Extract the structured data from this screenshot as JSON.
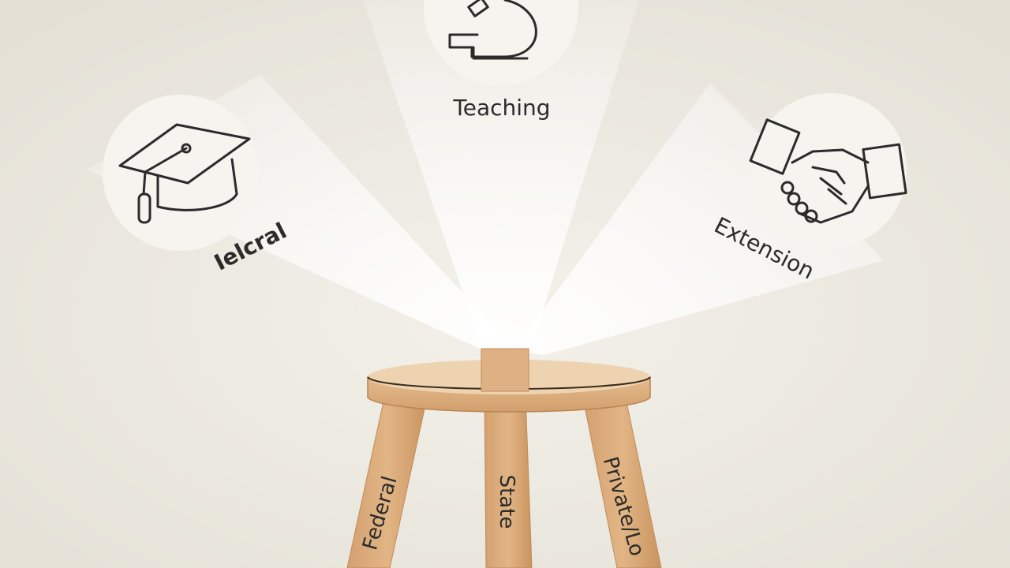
{
  "colors": {
    "background": "#e9e5dc",
    "beam": "#fbfaf5",
    "circle": "#f4f2ea",
    "wood": "#d8a878",
    "wood_dark": "#c48f5e",
    "line": "#2b2b2b"
  },
  "pillars": [
    {
      "id": "teaching",
      "icon": "microscope-icon",
      "label": "Teaching"
    },
    {
      "id": "research",
      "icon": "graduation-cap-icon",
      "label": "Ielcral"
    },
    {
      "id": "extension",
      "icon": "handshake-icon",
      "label": "Extension"
    }
  ],
  "stool": {
    "legs": [
      {
        "id": "federal",
        "label": "Federal"
      },
      {
        "id": "state",
        "label": "State"
      },
      {
        "id": "private",
        "label": "Private/Lo"
      }
    ]
  }
}
